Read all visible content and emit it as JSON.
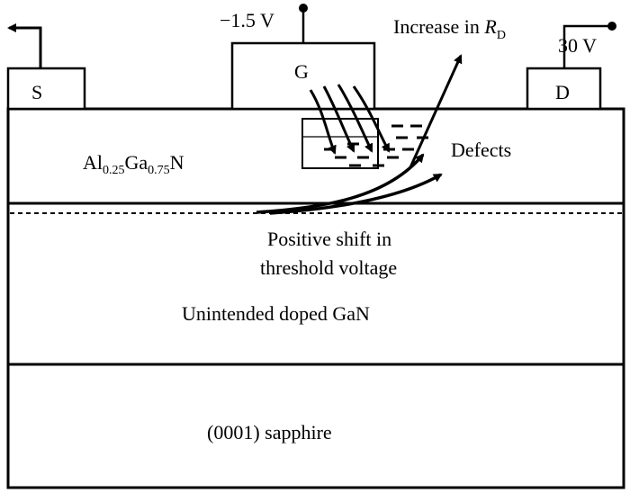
{
  "terminals": {
    "source": {
      "label": "S"
    },
    "gate": {
      "label": "G",
      "voltage": "−1.5 V"
    },
    "drain": {
      "label": "D",
      "voltage": "30 V"
    }
  },
  "layers": {
    "barrier": {
      "el1": "Al",
      "sub1": "0.25",
      "el2": "Ga",
      "sub2": "0.75",
      "el3": "N"
    },
    "channel": {
      "label": "Unintended doped GaN"
    },
    "substrate": {
      "label": "(0001) sapphire"
    }
  },
  "annotations": {
    "rd_increase": {
      "prefix": "Increase in ",
      "symbol": "R",
      "subscript": "D"
    },
    "defects": "Defects",
    "vth_shift_line1": "Positive shift in",
    "vth_shift_line2": "threshold voltage"
  }
}
